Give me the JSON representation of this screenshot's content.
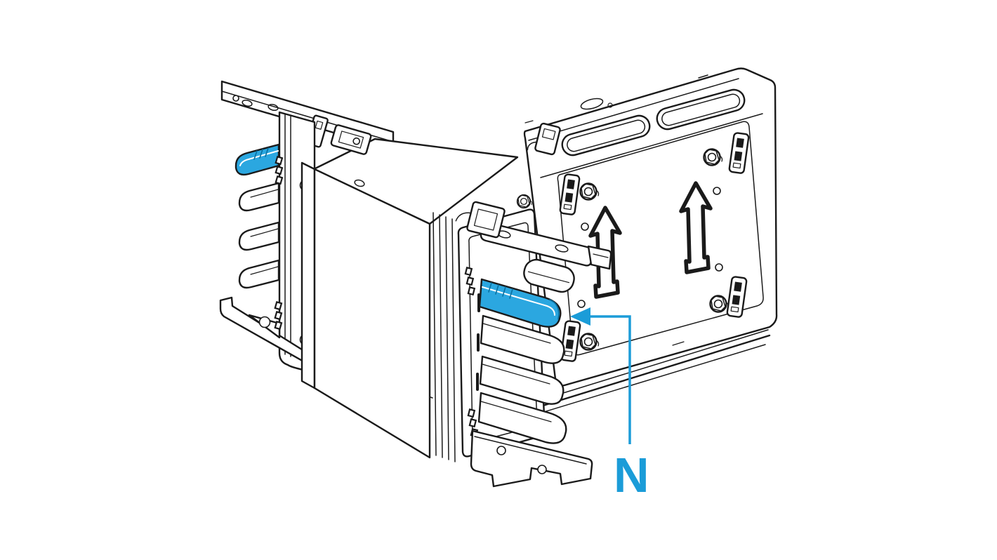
{
  "colors": {
    "background": "#ffffff",
    "line": "#1a1a1a",
    "highlight": "#2ba7e0",
    "callout": "#1b9cd8"
  },
  "figure": {
    "type": "isometric-technical-line-drawing",
    "subject": "busbar-trunking-tee-unit-with-neutral-conductor-highlighted",
    "visible_text": [
      "N"
    ]
  },
  "callout": {
    "label": "N",
    "points_to": "neutral-busbar",
    "arrow_direction": "left"
  },
  "panel_arrows": {
    "icon": "up-arrow",
    "count": 2,
    "direction": "up"
  }
}
